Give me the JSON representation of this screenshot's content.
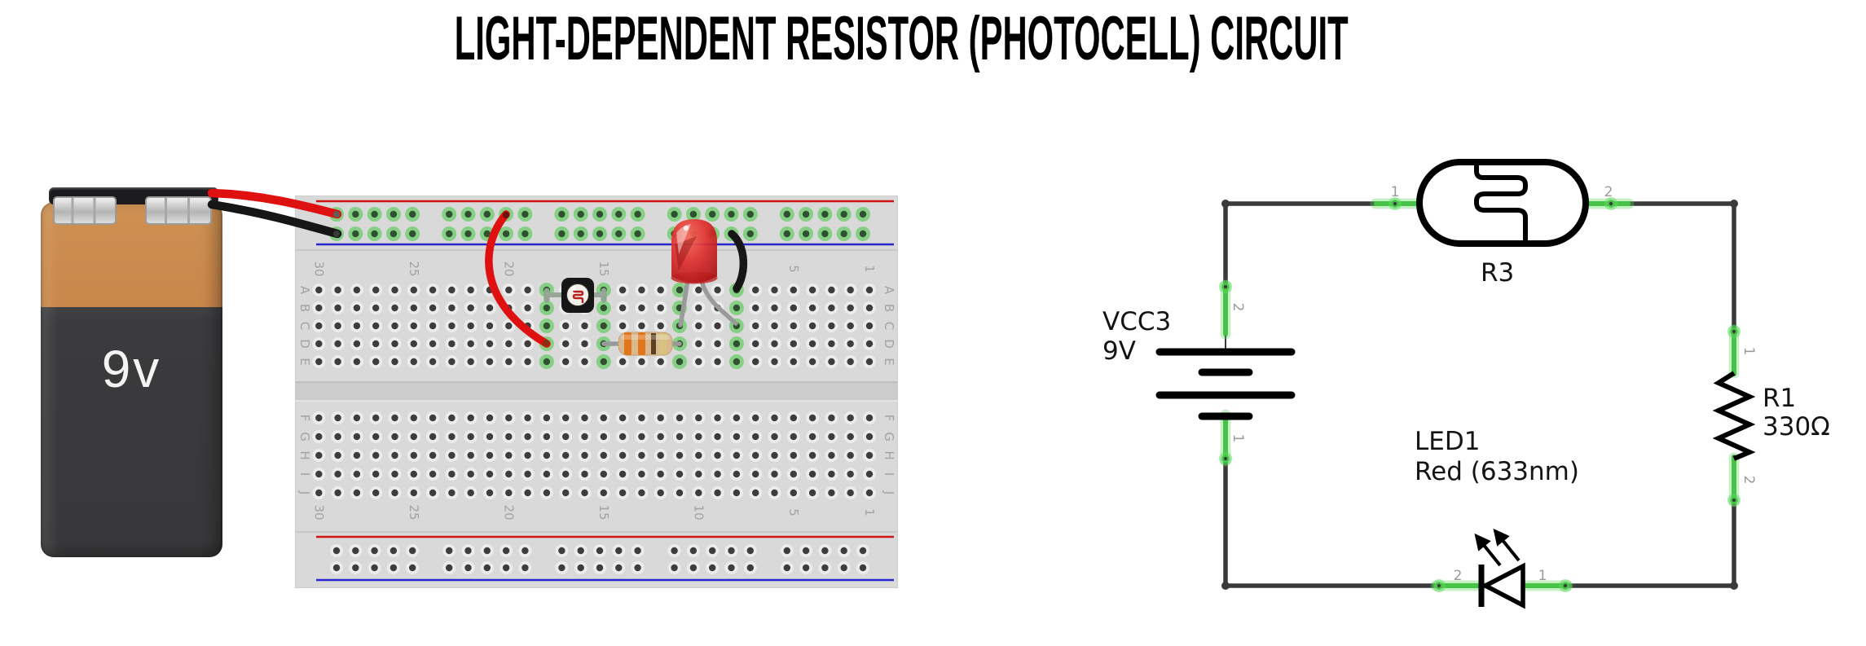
{
  "title": "LIGHT-DEPENDENT RESISTOR (PHOTOCELL) CIRCUIT",
  "battery": {
    "label": "9v"
  },
  "breadboard": {
    "row_labels_top": [
      "A",
      "B",
      "C",
      "D",
      "E"
    ],
    "row_labels_bottom": [
      "F",
      "G",
      "H",
      "I",
      "J"
    ],
    "column_numbers": [
      30,
      25,
      20,
      15,
      10,
      5,
      1
    ],
    "highlighted_columns": [
      18,
      15,
      11,
      8
    ]
  },
  "schematic": {
    "power": {
      "ref": "VCC3",
      "value": "9V",
      "pin_top": "2",
      "pin_bottom": "1"
    },
    "photocell": {
      "ref": "R3",
      "pin_left": "1",
      "pin_right": "2"
    },
    "resistor": {
      "ref": "R1",
      "value": "330Ω",
      "pin_top": "1",
      "pin_bottom": "2"
    },
    "led": {
      "ref": "LED1",
      "value": "Red (633nm)",
      "pin_left": "2",
      "pin_right": "1"
    }
  },
  "colors": {
    "wire_red": "#df1010",
    "wire_black": "#161616",
    "highlight_green": "#47c347",
    "rail_red_line": "#d01414",
    "rail_blue_line": "#2626cc",
    "battery_orange": "#cf9052",
    "battery_dark": "#3b3b3d",
    "led_red": "#d82c2c",
    "resistor_body": "#d8b88c",
    "schematic_wire": "#3a3a3a"
  }
}
